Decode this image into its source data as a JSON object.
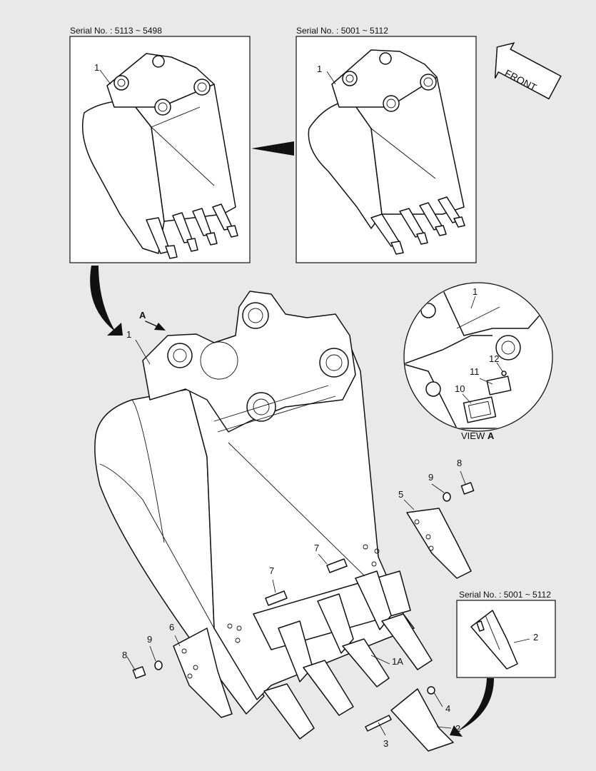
{
  "inset_left": {
    "serial": "Serial No. : 5113 ~ 5498",
    "callout": "1"
  },
  "inset_right": {
    "serial": "Serial No. : 5001 ~ 5112",
    "callout": "1"
  },
  "inset_bottom": {
    "serial": "Serial No. : 5001 ~ 5112",
    "callout": "2"
  },
  "front_label": "FRONT",
  "view": {
    "arrow_letter": "A",
    "label": "VIEW",
    "label_letter": "A",
    "callouts": {
      "c1": "1",
      "c10": "10",
      "c11": "11",
      "c12": "12"
    }
  },
  "main_callouts": {
    "c1": "1",
    "c1A": "1A",
    "c2": "2",
    "c3": "3",
    "c4": "4",
    "c5": "5",
    "c6": "6",
    "c7a": "7",
    "c7b": "7",
    "c8a": "8",
    "c8b": "8",
    "c9a": "9",
    "c9b": "9"
  },
  "colors": {
    "background": "#e9e9e9",
    "line": "#111111",
    "panel": "#ffffff"
  }
}
